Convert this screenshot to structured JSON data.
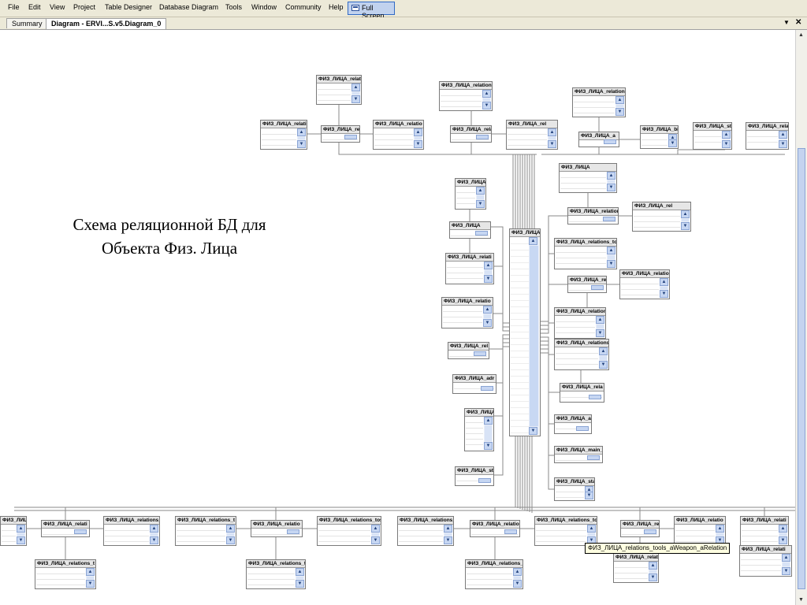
{
  "menu": {
    "file": "File",
    "edit": "Edit",
    "view": "View",
    "project": "Project",
    "table_designer": "Table Designer",
    "database_diagram": "Database Diagram",
    "tools": "Tools",
    "window": "Window",
    "community": "Community",
    "help": "Help",
    "full_screen": "Full Screen"
  },
  "tabs": {
    "summary": "Summary",
    "diagram": "Diagram - ERVI...S.v5.Diagram_0"
  },
  "diagram": {
    "caption_line1": "Схема реляционной БД для",
    "caption_line2": "Объекта Физ. Лица",
    "tooltip": "ФИЗ_ЛИЦА_relations_tools_aWeapon_aRelation",
    "tables": [
      "ФИЗ_ЛИЦА_relati",
      "ФИЗ_ЛИЦА_relation",
      "ФИЗ_ЛИЦА_relations",
      "ФИЗ_ЛИЦА_relatio",
      "ФИЗ_ЛИЦА_re",
      "ФИЗ_ЛИЦА_relatio",
      "ФИЗ_ЛИЦА_relations",
      "ФИЗ_ЛИЦА_rel",
      "ФИЗ_ЛИЦА_a",
      "ФИЗ_ЛИЦА_bi",
      "ФИЗ_ЛИЦА_stat",
      "ФИЗ_ЛИЦА_relations_",
      "ФИЗ_ЛИЦА",
      "ФИЗ_ЛИЦА_relation",
      "ФИЗ_ЛИЦА_relations_(",
      "ФИЗ_ЛИЦА_rel",
      "ФИЗ_ЛИЦА",
      "ФИЗ_ЛИЦА_relati",
      "ФИЗ_ЛИЦА_relations_to",
      "ФИЗ_ЛИЦА_relatio",
      "ФИЗ_ЛИЦА_re",
      "ФИЗ_ЛИЦА_relatio",
      "ФИЗ_ЛИЦА_relation",
      "ФИЗ_ЛИЦА_rel",
      "ФИЗ_ЛИЦА_relations",
      "ФИЗ_ЛИЦА_adr",
      "ФИЗ_ЛИЦА_rela",
      "ФИЗ_ЛИЦА",
      "ФИЗ_ЛИЦА_a",
      "ФИЗ_ЛИЦА_main_",
      "ФИЗ_ЛИЦА_sta",
      "ФИЗ_ЛИЦА_st",
      "ФИЗ_ЛИЦА_relations_",
      "ФИЗ_ЛИЦА_relati",
      "ФИЗ_ЛИЦА_relations_",
      "ФИЗ_ЛИЦА_relations_t",
      "ФИЗ_ЛИЦА_relatio",
      "ФИЗ_ЛИЦА_relations_tos",
      "ФИЗ_ЛИЦА_relations_",
      "ФИЗ_ЛИЦА_relatio",
      "ФИЗ_ЛИЦА_relations_to",
      "ФИЗ_ЛИЦА_re",
      "ФИЗ_ЛИЦА_relatio",
      "ФИЗ_ЛИЦА_relati",
      "ФИЗ_ЛИЦА_relati",
      "ФИЗ_ЛИЦА_relations_t",
      "ФИЗ_ЛИЦА_relations_t",
      "ФИЗ_ЛИЦА_relations_",
      "ФИЗ_ЛИЦА_relati",
      "ФИЗ_ЛИЦА_relations"
    ]
  },
  "colors": {
    "menu_bg": "#ece9d8",
    "accent": "#316ac5",
    "scroll_button": "#c6d6f2",
    "tooltip_bg": "#ffffe1"
  }
}
